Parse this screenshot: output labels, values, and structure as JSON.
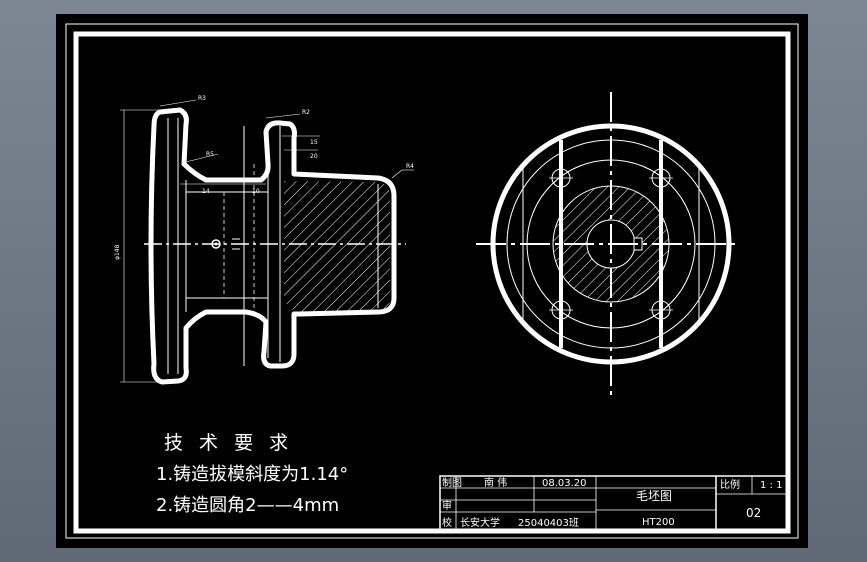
{
  "drawing": {
    "requirements": {
      "title": "技 术 要 求",
      "item1": "1.铸造拔模斜度为1.14°",
      "item2": "2.铸造圆角2——4mm"
    },
    "dimensions": {
      "r3": "R3",
      "r2": "R2",
      "r5": "R5",
      "r4": "R4",
      "d15": "15",
      "d20": "20",
      "d14": "14",
      "d10": "10",
      "dia": "φ148"
    },
    "title_block": {
      "draw_label": "制图",
      "drawer_name": "南 伟",
      "date": "08.03.20",
      "part_name": "毛坯图",
      "scale_label": "比例",
      "scale_value": "1 : 1",
      "review_label": "审",
      "school_label": "校",
      "school_name": "长安大学",
      "student_id": "25040403班",
      "material": "HT200",
      "sheet_no": "02"
    }
  }
}
